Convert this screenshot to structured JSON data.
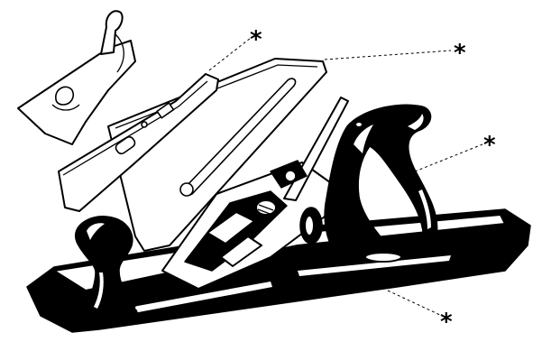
{
  "callouts": [
    {
      "id": "cap-iron",
      "label": "*"
    },
    {
      "id": "blade",
      "label": "*"
    },
    {
      "id": "handle",
      "label": "*"
    },
    {
      "id": "sole",
      "label": "*"
    }
  ]
}
